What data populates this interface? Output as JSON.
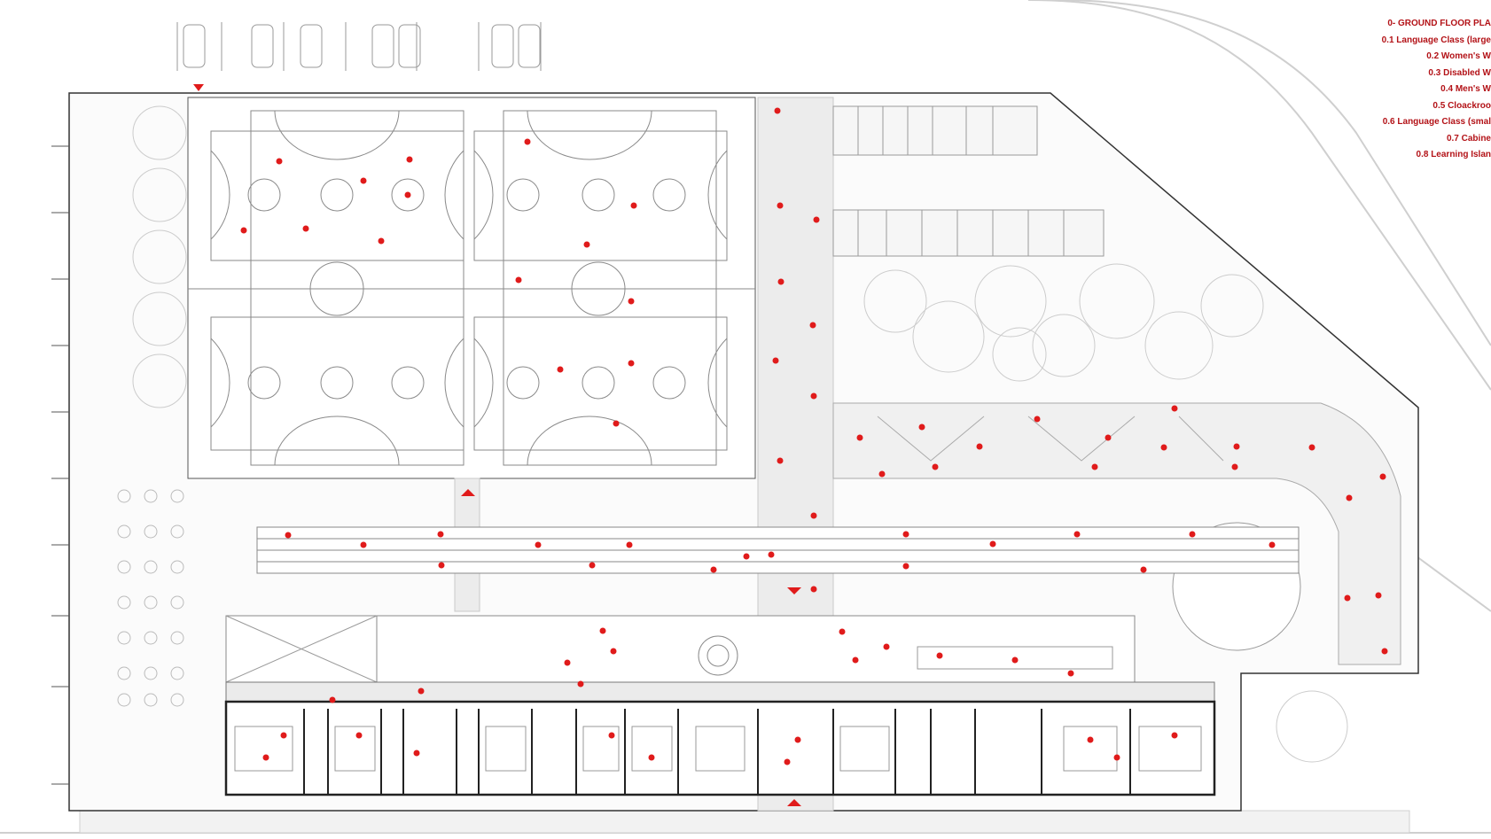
{
  "legend": {
    "title": "0- GROUND FLOOR PLA",
    "items": [
      "0.1 Language Class (large",
      "0.2 Women's W",
      "0.3 Disabled W",
      "0.4 Men's W",
      "0.5 Cloackroo",
      "0.6 Language Class (smal",
      "0.7 Cabine",
      "0.8 Learning Islan"
    ]
  },
  "colors": {
    "marker": "#e01b1b",
    "legend_text": "#b31217",
    "line": "#8a8a8a",
    "dark_line": "#222222",
    "fill_light": "#efefef",
    "fill_mid": "#e2e2e2"
  },
  "icons": {
    "person_marker": "red-dot-icon",
    "entrance": "entrance-arrow-icon",
    "level_mark": "level-marker-icon"
  }
}
